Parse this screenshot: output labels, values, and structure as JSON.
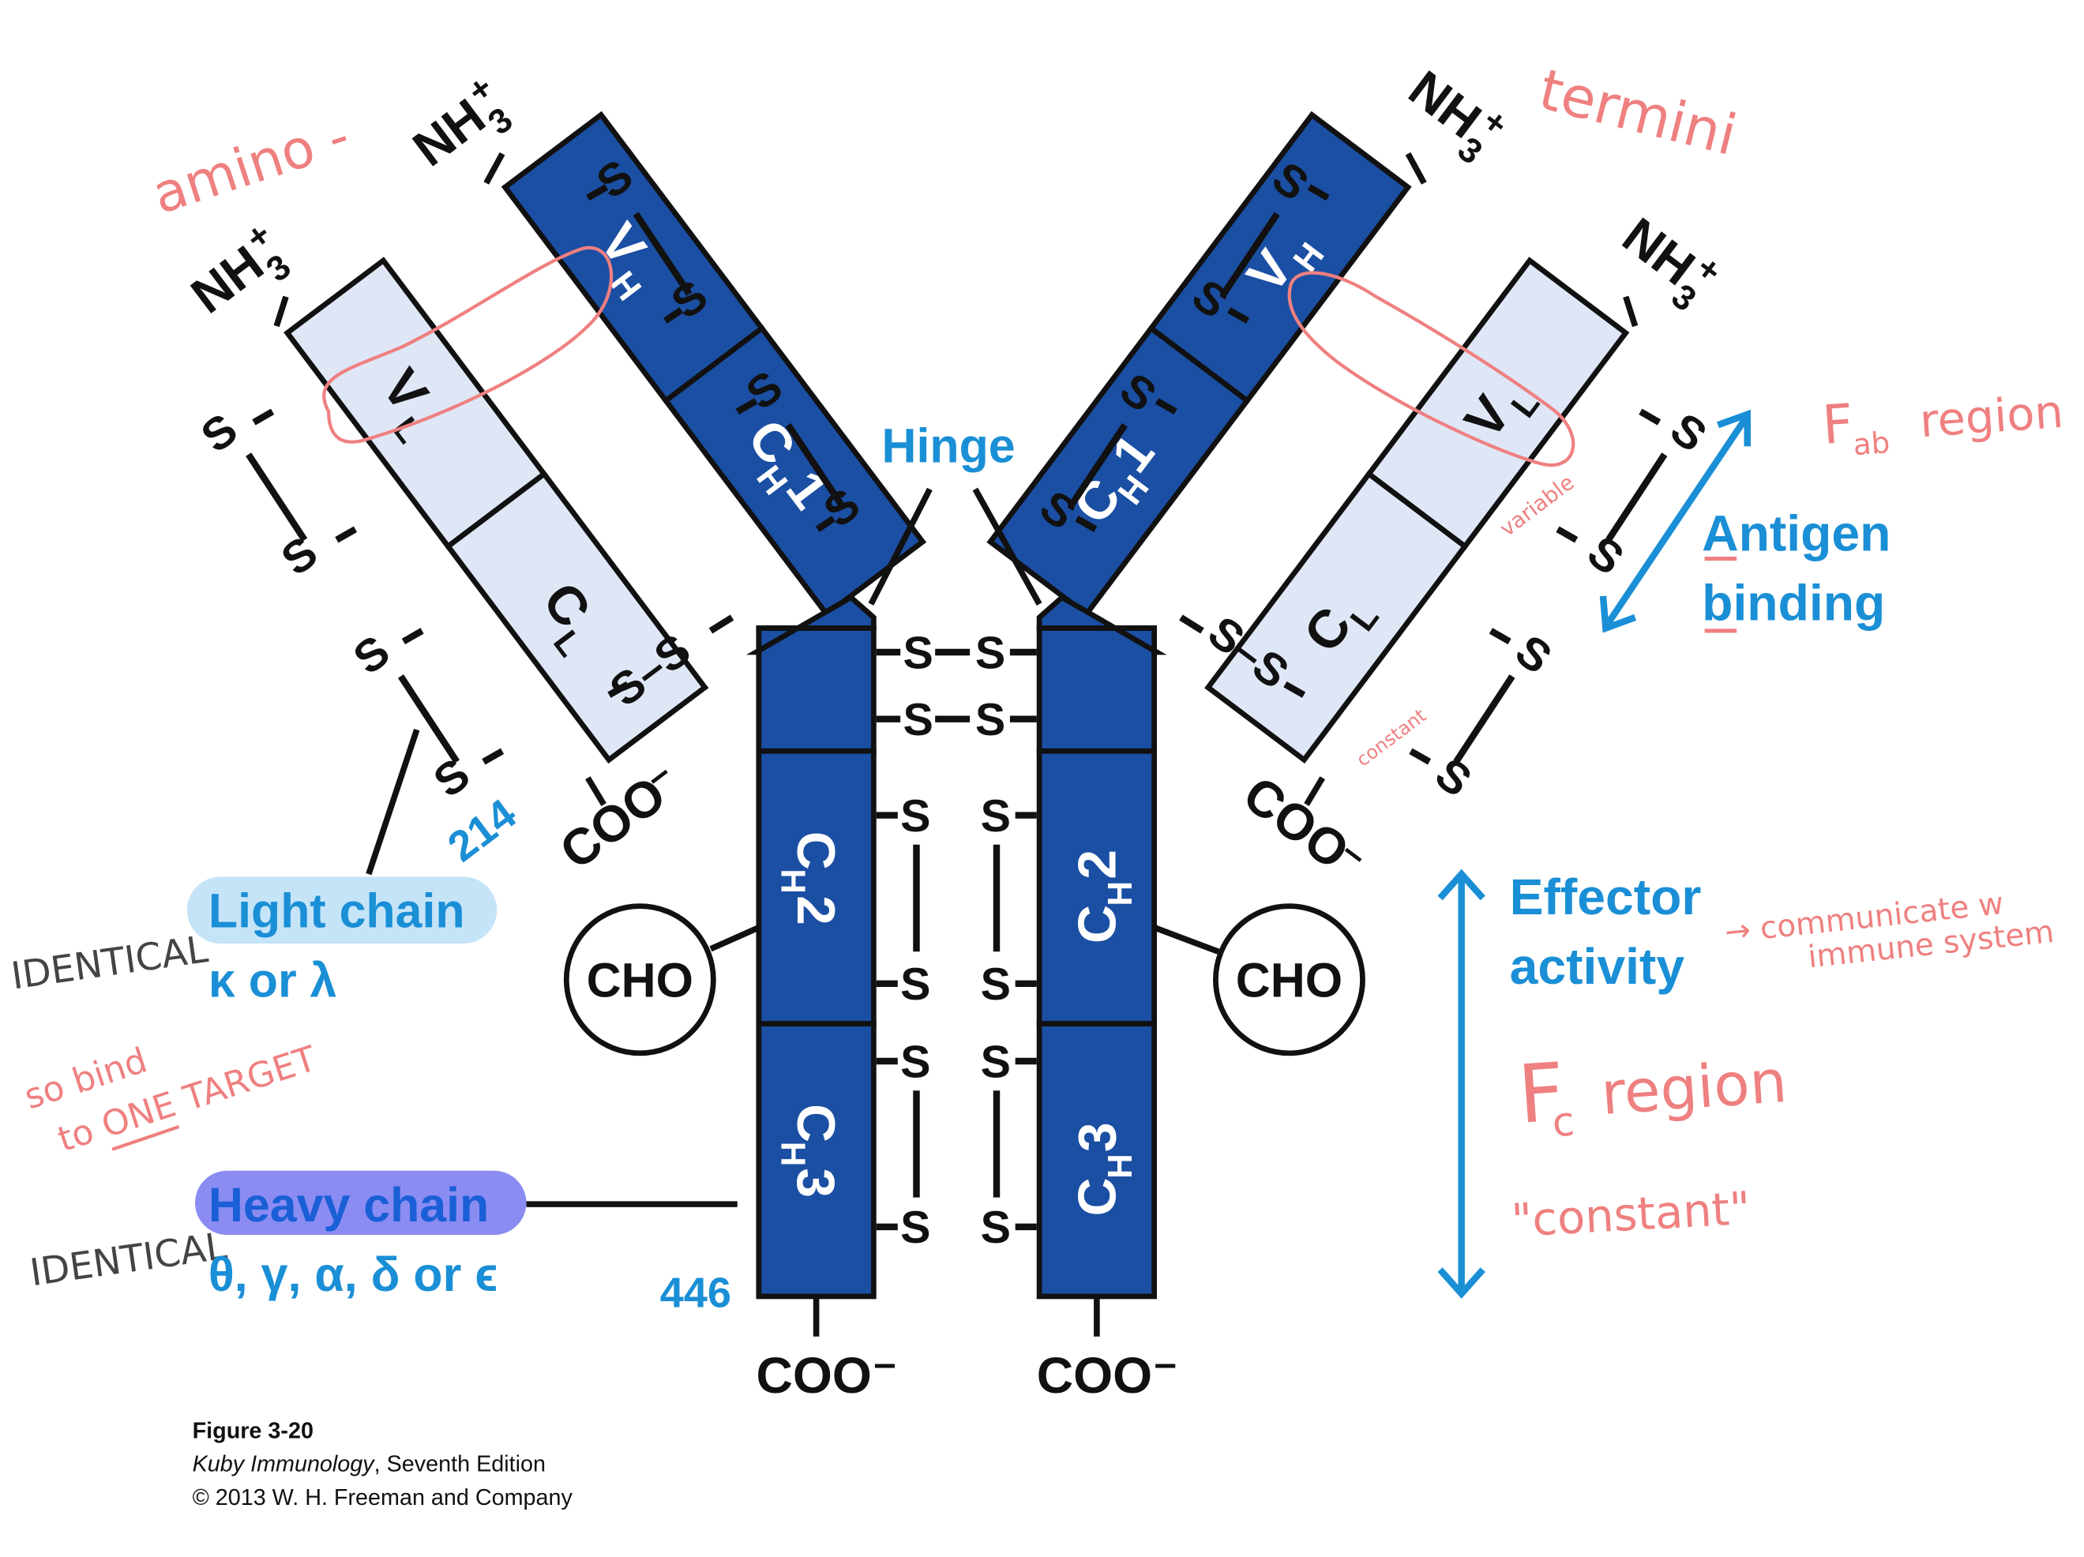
{
  "domains": {
    "vh": "V",
    "vh_sub": "H",
    "vl": "V",
    "vl_sub": "L",
    "ch": "C",
    "ch1_sub": "H",
    "ch1_num": "1",
    "ch2_num": "2",
    "ch3_num": "3",
    "cl": "C",
    "cl_sub": "L"
  },
  "termini": {
    "nh": "NH",
    "nh_sub": "3",
    "nh_sup": "+",
    "coo": "COO",
    "coo_sup": "–"
  },
  "atoms": {
    "s": "S",
    "ss": "S–S",
    "ss_dash": "–S–S–"
  },
  "labels": {
    "hinge": "Hinge",
    "cho": "CHO",
    "residue_214": "214",
    "residue_446": "446",
    "light_chain": "Light chain",
    "light_types": "κ or λ",
    "heavy_chain": "Heavy chain",
    "heavy_types": "θ, γ, α, δ or ϵ",
    "antigen_1": "Antigen",
    "antigen_2": "binding",
    "effector_1": "Effector",
    "effector_2": "activity"
  },
  "annotations": {
    "amino": "amino -",
    "termini": "termini",
    "fab": "Fab region",
    "fab_main": "F",
    "fab_sub": "ab",
    "fab_rest": "region",
    "variable": "variable",
    "constant_small": "constant",
    "communicate_1": "→ communicate w",
    "communicate_2": "immune system",
    "fc_main": "F",
    "fc_sub": "c",
    "fc_rest": "region",
    "constant_quote": "\"constant\"",
    "identical": "IDENTICAL",
    "so_bind_1": "so bind",
    "so_bind_2": "to ONE TARGET"
  },
  "caption": {
    "figure": "Figure 3-20",
    "book": "Kuby Immunology",
    "edition": ", Seventh Edition",
    "copyright": "© 2013 W. H. Freeman and Company"
  },
  "colors": {
    "heavy": "#1b4fa3",
    "light": "#dfe7f7",
    "label_blue": "#1a8fd6",
    "annotation_pink": "#ef8080"
  }
}
